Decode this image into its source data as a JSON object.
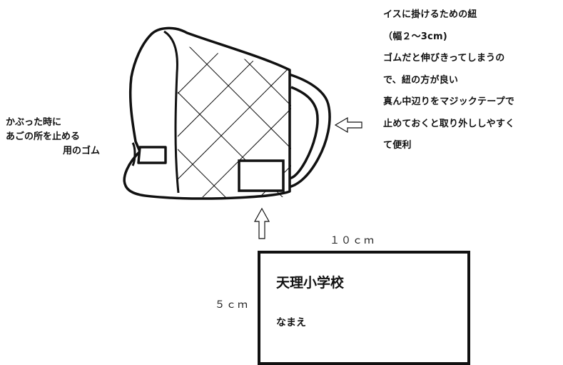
{
  "notes": {
    "strap": [
      "イスに掛けるための紐",
      "（幅２～3cm)",
      "ゴムだと伸びきってしまうの",
      "で、紐の方が良い",
      "真ん中辺りをマジックテープで",
      "止めておくと取り外ししやすく",
      "て便利"
    ],
    "chin_elastic": [
      "かぶった時に",
      "あごの所を止める",
      "用のゴム"
    ]
  },
  "dimensions": {
    "width": "１０ｃｍ",
    "height": "５ｃｍ"
  },
  "name_tag": {
    "school": "天理小学校",
    "name_label": "なまえ"
  },
  "colors": {
    "ink": "#111111",
    "background": "#ffffff"
  },
  "icons": {
    "left_arrow": "hollow-left-arrow-icon",
    "up_arrow": "hollow-up-arrow-icon"
  }
}
